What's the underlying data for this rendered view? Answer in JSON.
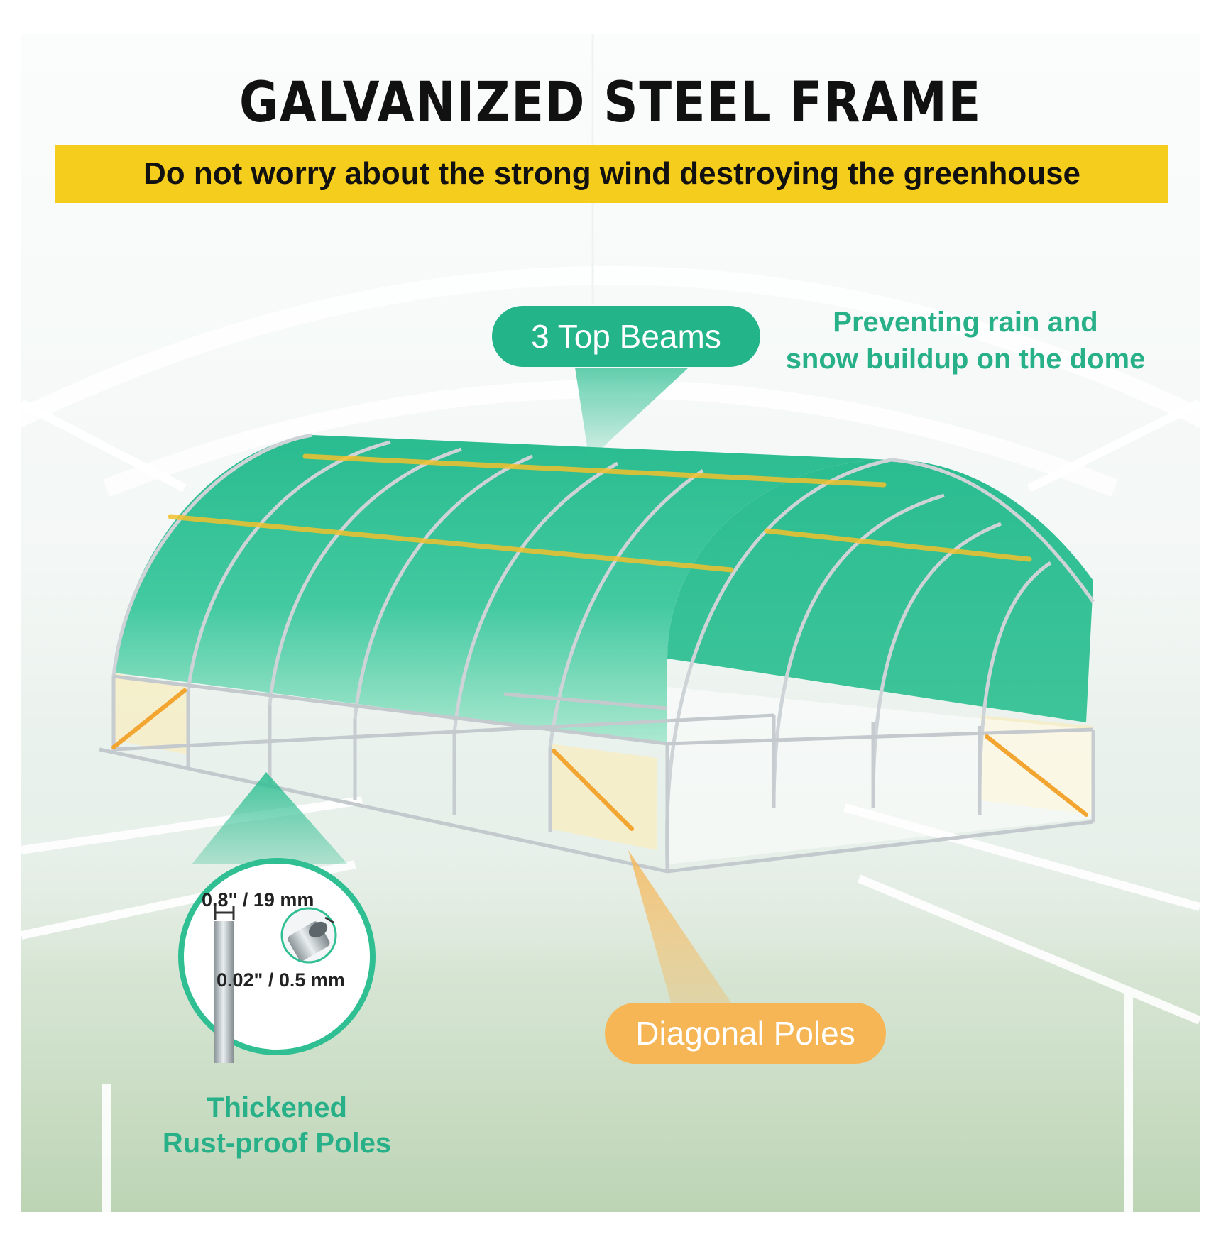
{
  "title": "GALVANIZED STEEL FRAME",
  "subtitle": "Do not worry about the strong wind destroying the greenhouse",
  "callouts": {
    "top_beams": "3 Top Beams",
    "top_beams_note_line1": "Preventing rain and",
    "top_beams_note_line2": "snow buildup on the dome",
    "diagonal_poles": "Diagonal Poles",
    "poles_note_line1": "Thickened",
    "poles_note_line2": "Rust-proof Poles",
    "outer_diameter": "0.8\" / 19 mm",
    "wall_thickness": "0.02\" / 0.5 mm"
  },
  "colors": {
    "banner": "#f5cd1c",
    "green_accent": "#23b48a",
    "orange_accent": "#f6b655",
    "beam_yellow": "#f2c12e"
  },
  "icons": [
    "greenhouse-frame-illustration",
    "pipe-cross-section-icon",
    "pipe-side-view-icon"
  ]
}
